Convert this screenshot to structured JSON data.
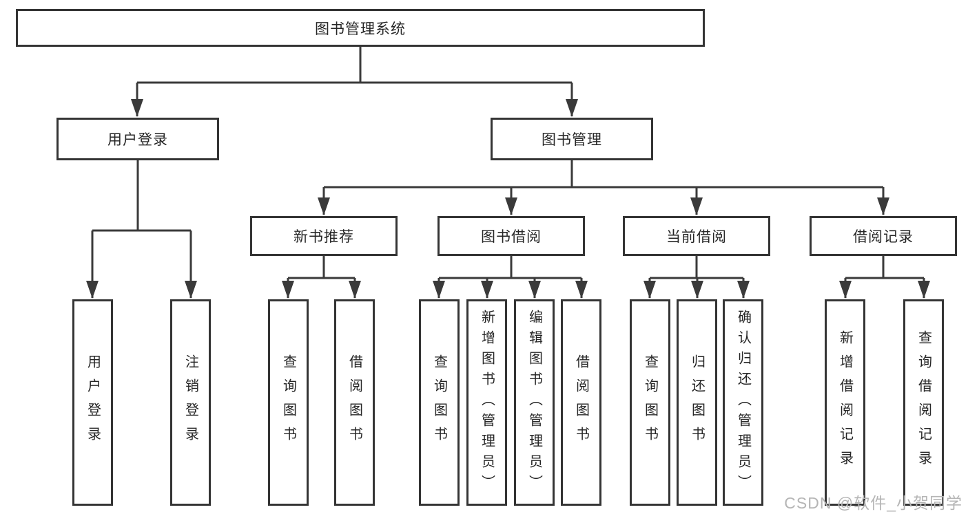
{
  "diagram": {
    "root": {
      "label": "图书管理系统"
    },
    "level2": [
      {
        "label": "用户登录"
      },
      {
        "label": "图书管理"
      }
    ],
    "level3": [
      {
        "label": "新书推荐",
        "parent": "图书管理"
      },
      {
        "label": "图书借阅",
        "parent": "图书管理"
      },
      {
        "label": "当前借阅",
        "parent": "图书管理"
      },
      {
        "label": "借阅记录",
        "parent": "图书管理"
      }
    ],
    "leaves": [
      {
        "label": "用户登录",
        "parent": "用户登录"
      },
      {
        "label": "注销登录",
        "parent": "用户登录"
      },
      {
        "label": "查询图书",
        "parent": "新书推荐"
      },
      {
        "label": "借阅图书",
        "parent": "新书推荐"
      },
      {
        "label": "查询图书",
        "parent": "图书借阅"
      },
      {
        "label": "新增图书（管理员）",
        "parent": "图书借阅"
      },
      {
        "label": "编辑图书（管理员）",
        "parent": "图书借阅"
      },
      {
        "label": "借阅图书",
        "parent": "图书借阅"
      },
      {
        "label": "查询图书",
        "parent": "当前借阅"
      },
      {
        "label": "归还图书",
        "parent": "当前借阅"
      },
      {
        "label": "确认归还（管理员）",
        "parent": "当前借阅"
      },
      {
        "label": "新增借阅记录",
        "parent": "借阅记录"
      },
      {
        "label": "查询借阅记录",
        "parent": "借阅记录"
      }
    ]
  },
  "watermark": {
    "text": "CSDN @软件_小贺同学"
  },
  "colors": {
    "line": "#3a3a3a",
    "box_border": "#343434",
    "text": "#262626",
    "watermark": "#b5b5b5",
    "background": "#ffffff"
  }
}
